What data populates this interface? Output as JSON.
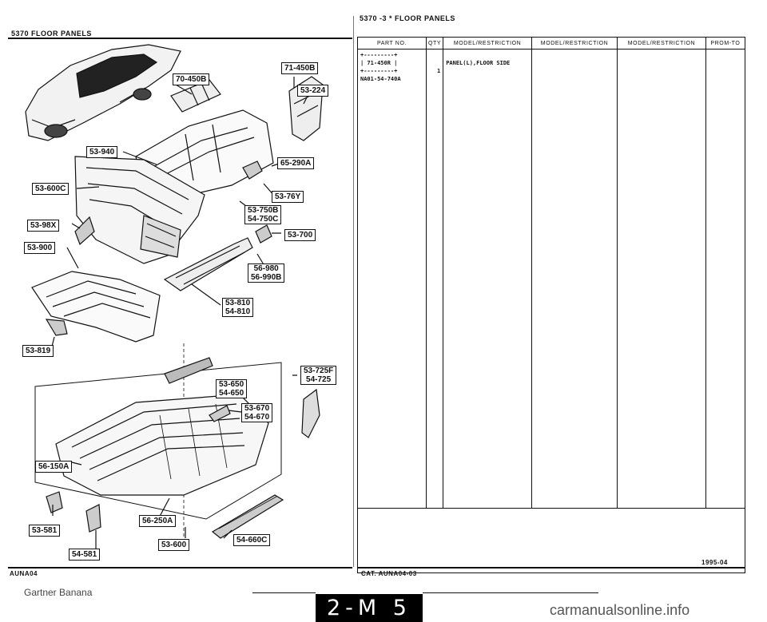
{
  "left_page": {
    "header": "5370   FLOOR PANELS",
    "footer_code": "AUNA04"
  },
  "right_page": {
    "header": "5370  -3 *  FLOOR PANELS",
    "table": {
      "columns": [
        "PART NO.",
        "QTY",
        "MODEL/RESTRICTION",
        "MODEL/RESTRICTION",
        "MODEL/RESTRICTION",
        "PROM-TO"
      ],
      "rows": [
        {
          "ref": "+---------+\n| 71-450R |\n+---------+",
          "part_no": "NA01-54-740A",
          "qty": "1",
          "description": "PANEL(L),FLOOR SIDE"
        }
      ]
    },
    "footer_catalog": "CAT. AUNA04-03",
    "footer_date": "1995-04"
  },
  "callouts": {
    "c71_450B": "71-450B",
    "c70_450B": "70-450B",
    "c53_224": "53-224",
    "c53_940": "53-940",
    "c65_290A": "65-290A",
    "c53_600C": "53-600C",
    "c53_76Y": "53-76Y",
    "c53_750B": "53-750B",
    "c54_750C": "54-750C",
    "c53_98X": "53-98X",
    "c53_700": "53-700",
    "c53_900": "53-900",
    "c56_980": "56-980",
    "c56_990B": "56-990B",
    "c53_810": "53-810",
    "c54_810": "54-810",
    "c53_819": "53-819",
    "c53_725F": "53-725F",
    "c54_725": "54-725",
    "c53_650": "53-650",
    "c54_650": "54-650",
    "c53_670": "53-670",
    "c54_670": "54-670",
    "c56_150A": "56-150A",
    "c53_581": "53-581",
    "c56_250A": "56-250A",
    "c54_660C": "54-660C",
    "c53_600": "53-600",
    "c54_581": "54-581"
  },
  "banner": "2-M 5",
  "watermark_left": "Gartner Banana",
  "watermark_right": "carmanualsonline.info"
}
